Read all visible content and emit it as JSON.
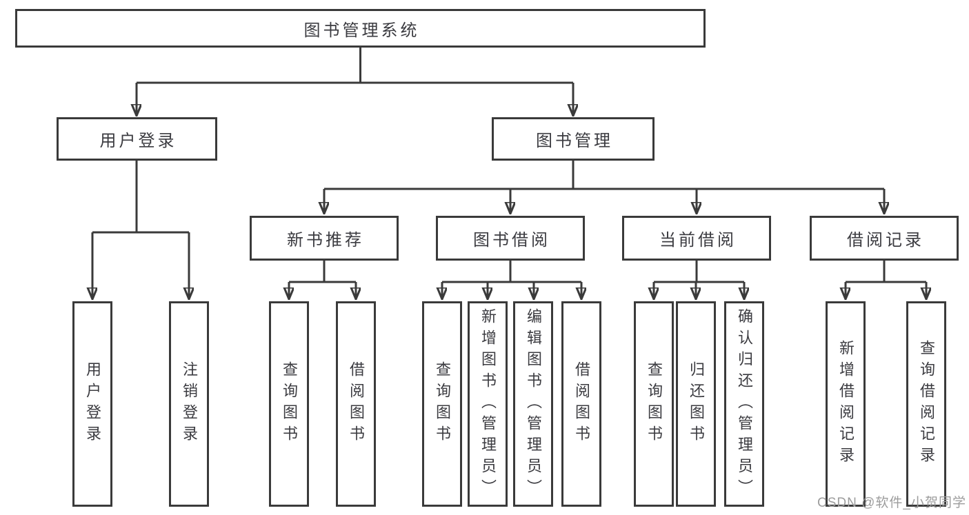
{
  "diagram": {
    "colors": {
      "line": "#3a3a3a",
      "box_border": "#3a3a3a",
      "text": "#3b3b40",
      "watermark": "#9c9c9c",
      "background": "#ffffff"
    },
    "tree": {
      "root": {
        "label": "图书管理系统",
        "children": [
          {
            "label": "用户登录",
            "children": [
              {
                "label": "用户登录"
              },
              {
                "label": "注销登录"
              }
            ]
          },
          {
            "label": "图书管理",
            "children": [
              {
                "label": "新书推荐",
                "children": [
                  {
                    "label": "查询图书"
                  },
                  {
                    "label": "借阅图书"
                  }
                ]
              },
              {
                "label": "图书借阅",
                "children": [
                  {
                    "label": "查询图书"
                  },
                  {
                    "label": "新增图书（管理员）"
                  },
                  {
                    "label": "编辑图书（管理员）"
                  },
                  {
                    "label": "借阅图书"
                  }
                ]
              },
              {
                "label": "当前借阅",
                "children": [
                  {
                    "label": "查询图书"
                  },
                  {
                    "label": "归还图书"
                  },
                  {
                    "label": "确认归还（管理员）"
                  }
                ]
              },
              {
                "label": "借阅记录",
                "children": [
                  {
                    "label": "新增借阅记录"
                  },
                  {
                    "label": "查询借阅记录"
                  }
                ]
              }
            ]
          }
        ]
      }
    },
    "watermark": {
      "text": "CSDN @软件_小贺同学"
    }
  }
}
